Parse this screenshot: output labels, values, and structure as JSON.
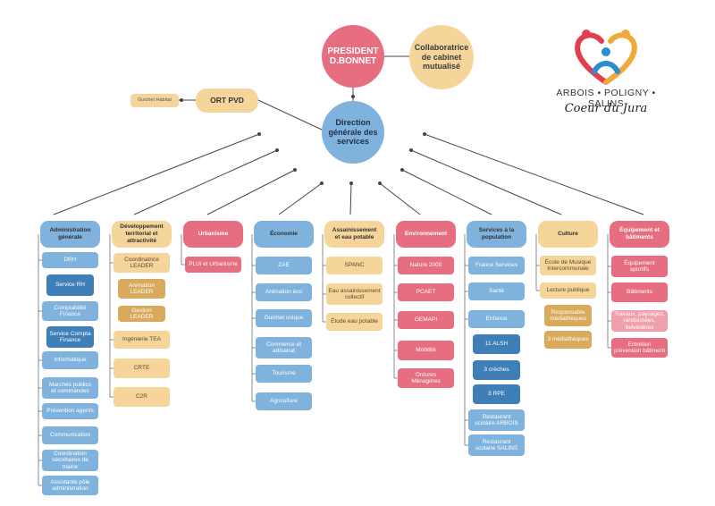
{
  "top": {
    "president": "PRESIDENT\nD.BONNET",
    "collaboratrice": "Collaboratrice\nde cabinet\nmutualisé",
    "direction": "Direction\ngénérale des\nservices",
    "ort": "ORT PVD",
    "guichet_habitat": "Guichet Habitat"
  },
  "logo": {
    "brand": "ARBOIS • POLIGNY • SALINS",
    "tagline": "Coeur du Jura",
    "colors": [
      "#e0404e",
      "#f2a93b",
      "#2a8ecf"
    ]
  },
  "colors": {
    "pink": "#e66e80",
    "blue": "#7fb3dd",
    "blue_dark": "#3f7fb8",
    "beige": "#f6d59a",
    "brown": "#d9a95c",
    "connector": "#444444"
  },
  "columns": [
    {
      "title": "Administration\ngénérale",
      "color": "blue",
      "items": [
        {
          "label": "DRH",
          "color": "blue"
        },
        {
          "label": "Service RH",
          "color": "blued",
          "sub": true
        },
        {
          "label": "Comptabilité\nFinance",
          "color": "blue"
        },
        {
          "label": "Service Compta\nFinance",
          "color": "blued",
          "sub": true
        },
        {
          "label": "Informatique",
          "color": "blue"
        },
        {
          "label": "Marchés publics\net commandes",
          "color": "blue"
        },
        {
          "label": "Prévention agents",
          "color": "blue"
        },
        {
          "label": "Communication",
          "color": "blue"
        },
        {
          "label": "Coordination\nsecrétaires de mairie",
          "color": "blue"
        },
        {
          "label": "Assistante pôle\nadministration",
          "color": "blue"
        }
      ]
    },
    {
      "title": "Développement\nterritorial et\nattractivité",
      "color": "beige",
      "items": [
        {
          "label": "Coordinatrice\nLEADER",
          "color": "beige"
        },
        {
          "label": "Animation\nLEADER",
          "color": "brown",
          "sub": true
        },
        {
          "label": "Gestion LEADER",
          "color": "brown",
          "sub": true
        },
        {
          "label": "Ingénierie TEA",
          "color": "beige"
        },
        {
          "label": "CRTE",
          "color": "beige"
        },
        {
          "label": "C2R",
          "color": "beige"
        }
      ]
    },
    {
      "title": "Urbanisme",
      "color": "pink",
      "items": [
        {
          "label": "PLUi et Urbanisme",
          "color": "pink"
        }
      ]
    },
    {
      "title": "Économie",
      "color": "blue",
      "items": [
        {
          "label": "ZAE",
          "color": "blue"
        },
        {
          "label": "Animation éco",
          "color": "blue"
        },
        {
          "label": "Guichet unique",
          "color": "blue"
        },
        {
          "label": "Commerce et\nartisanat",
          "color": "blue"
        },
        {
          "label": "Tourisme",
          "color": "blue"
        },
        {
          "label": "Agriculture",
          "color": "blue"
        }
      ]
    },
    {
      "title": "Assainissement\net eau potable",
      "color": "beige",
      "items": [
        {
          "label": "SPANC",
          "color": "beige"
        },
        {
          "label": "Eau assainissement\ncollectif",
          "color": "beige"
        },
        {
          "label": "Étude eau potable",
          "color": "beige"
        }
      ]
    },
    {
      "title": "Environnement",
      "color": "pink",
      "items": [
        {
          "label": "Nature 2000",
          "color": "pink"
        },
        {
          "label": "PCAET",
          "color": "pink"
        },
        {
          "label": "GEMAPI",
          "color": "pink"
        },
        {
          "label": "Mobilité",
          "color": "pink"
        },
        {
          "label": "Ordures\nMénagères",
          "color": "pink"
        }
      ]
    },
    {
      "title": "Services à la\npopulation",
      "color": "blue",
      "items": [
        {
          "label": "France Services",
          "color": "blue"
        },
        {
          "label": "Santé",
          "color": "blue"
        },
        {
          "label": "Enfance",
          "color": "blue"
        },
        {
          "label": "11 ALSH",
          "color": "blued",
          "sub": true
        },
        {
          "label": "3 crèches",
          "color": "blued",
          "sub": true
        },
        {
          "label": "3 RPE",
          "color": "blued",
          "sub": true
        },
        {
          "label": "Restaurant\nscolaire ARBOIS",
          "color": "blue"
        },
        {
          "label": "Restaurant\nscolaire SALINS",
          "color": "blue"
        }
      ]
    },
    {
      "title": "Culture",
      "color": "beige",
      "items": [
        {
          "label": "École de Musique\nIntercommunale",
          "color": "beige"
        },
        {
          "label": "Lecture publique",
          "color": "beige"
        },
        {
          "label": "Responsable\nmédiathèques",
          "color": "brown",
          "sub": true
        },
        {
          "label": "3 médiathèques",
          "color": "brown",
          "sub": true
        }
      ]
    },
    {
      "title": "Équipement et\nbâtiments",
      "color": "pink",
      "items": [
        {
          "label": "Équipement\nsportifs",
          "color": "pink"
        },
        {
          "label": "Bâtiments",
          "color": "pink"
        },
        {
          "label": "Travaux, paysages,\nrandonnées,\nbelvédères",
          "color": "pinkl"
        },
        {
          "label": "Entretien\nprévention bâtiment",
          "color": "pink"
        }
      ]
    }
  ]
}
